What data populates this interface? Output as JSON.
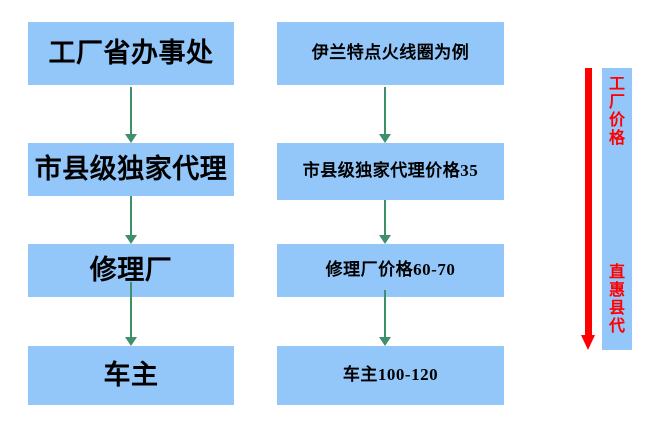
{
  "diagram": {
    "title": "",
    "background_color": "#ffffff",
    "box_fill_color": "#93c7f9",
    "flow_arrow_color": "#3f8f6b",
    "scale_arrow_color": "#ff0000",
    "text_color": "#000000"
  },
  "columns": {
    "left": {
      "name": "distribution-chain",
      "nodes": [
        {
          "label": "工厂省办事处"
        },
        {
          "label": "市县级独家代理"
        },
        {
          "label": "修理厂"
        },
        {
          "label": "车主"
        }
      ]
    },
    "right": {
      "name": "price-chain",
      "nodes": [
        {
          "label": "伊兰特点火线圈为例"
        },
        {
          "label": "市县级独家代理价格35"
        },
        {
          "label": "修理厂价格60-70"
        },
        {
          "label": "车主100-120"
        }
      ]
    }
  },
  "scale": {
    "name": "price-scale",
    "top_label": "工厂价格",
    "bottom_label": "直惠县代",
    "direction": "down"
  }
}
